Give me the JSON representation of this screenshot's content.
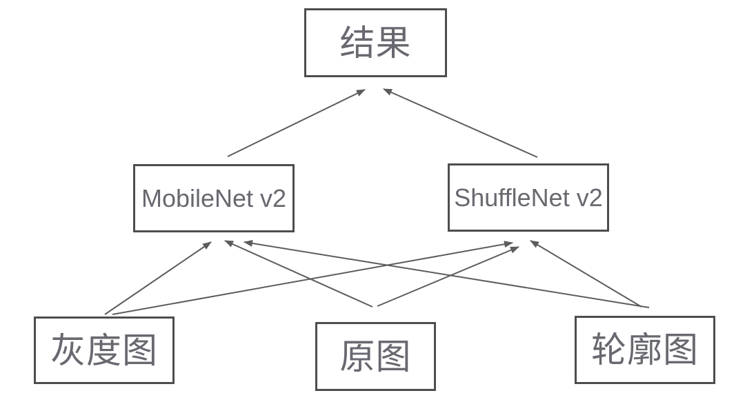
{
  "diagram_type": "model-ensemble-flow",
  "nodes": {
    "result": {
      "label": "结果"
    },
    "mobilenet": {
      "label": "MobileNet v2"
    },
    "shufflenet": {
      "label": "ShuffleNet v2"
    },
    "grayscale": {
      "label": "灰度图"
    },
    "original": {
      "label": "原图"
    },
    "contour": {
      "label": "轮廓图"
    }
  },
  "edges": [
    {
      "from": "grayscale",
      "to": "mobilenet"
    },
    {
      "from": "grayscale",
      "to": "shufflenet"
    },
    {
      "from": "original",
      "to": "mobilenet"
    },
    {
      "from": "original",
      "to": "shufflenet"
    },
    {
      "from": "contour",
      "to": "shufflenet"
    },
    {
      "from": "contour",
      "to": "mobilenet"
    },
    {
      "from": "mobilenet",
      "to": "result"
    },
    {
      "from": "shufflenet",
      "to": "result"
    }
  ],
  "colors": {
    "background": "#ffffff",
    "box_border": "#4d4d4d",
    "text": "#686870",
    "arrow": "#5c5c5c"
  }
}
